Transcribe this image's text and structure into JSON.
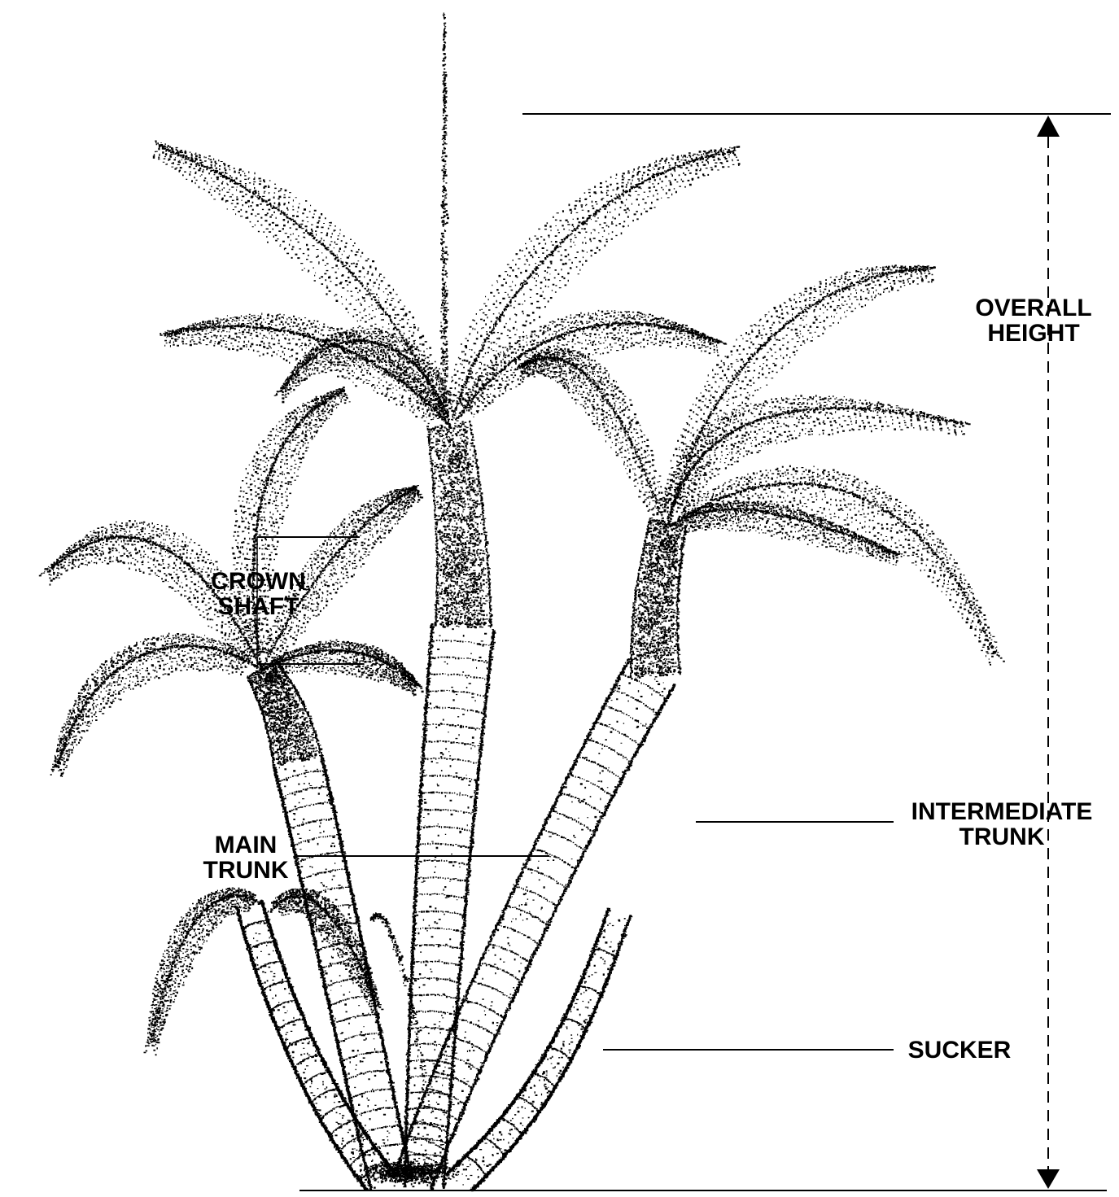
{
  "labels": {
    "overall_height": [
      "OVERALL",
      "HEIGHT"
    ],
    "crown_shaft": [
      "CROWN",
      "SHAFT"
    ],
    "main_trunk": [
      "MAIN",
      "TRUNK"
    ],
    "intermediate_trunk": [
      "INTERMEDIATE",
      "TRUNK"
    ],
    "sucker": "SUCKER"
  },
  "colors": {
    "ink": "#000000",
    "background": "#ffffff"
  }
}
